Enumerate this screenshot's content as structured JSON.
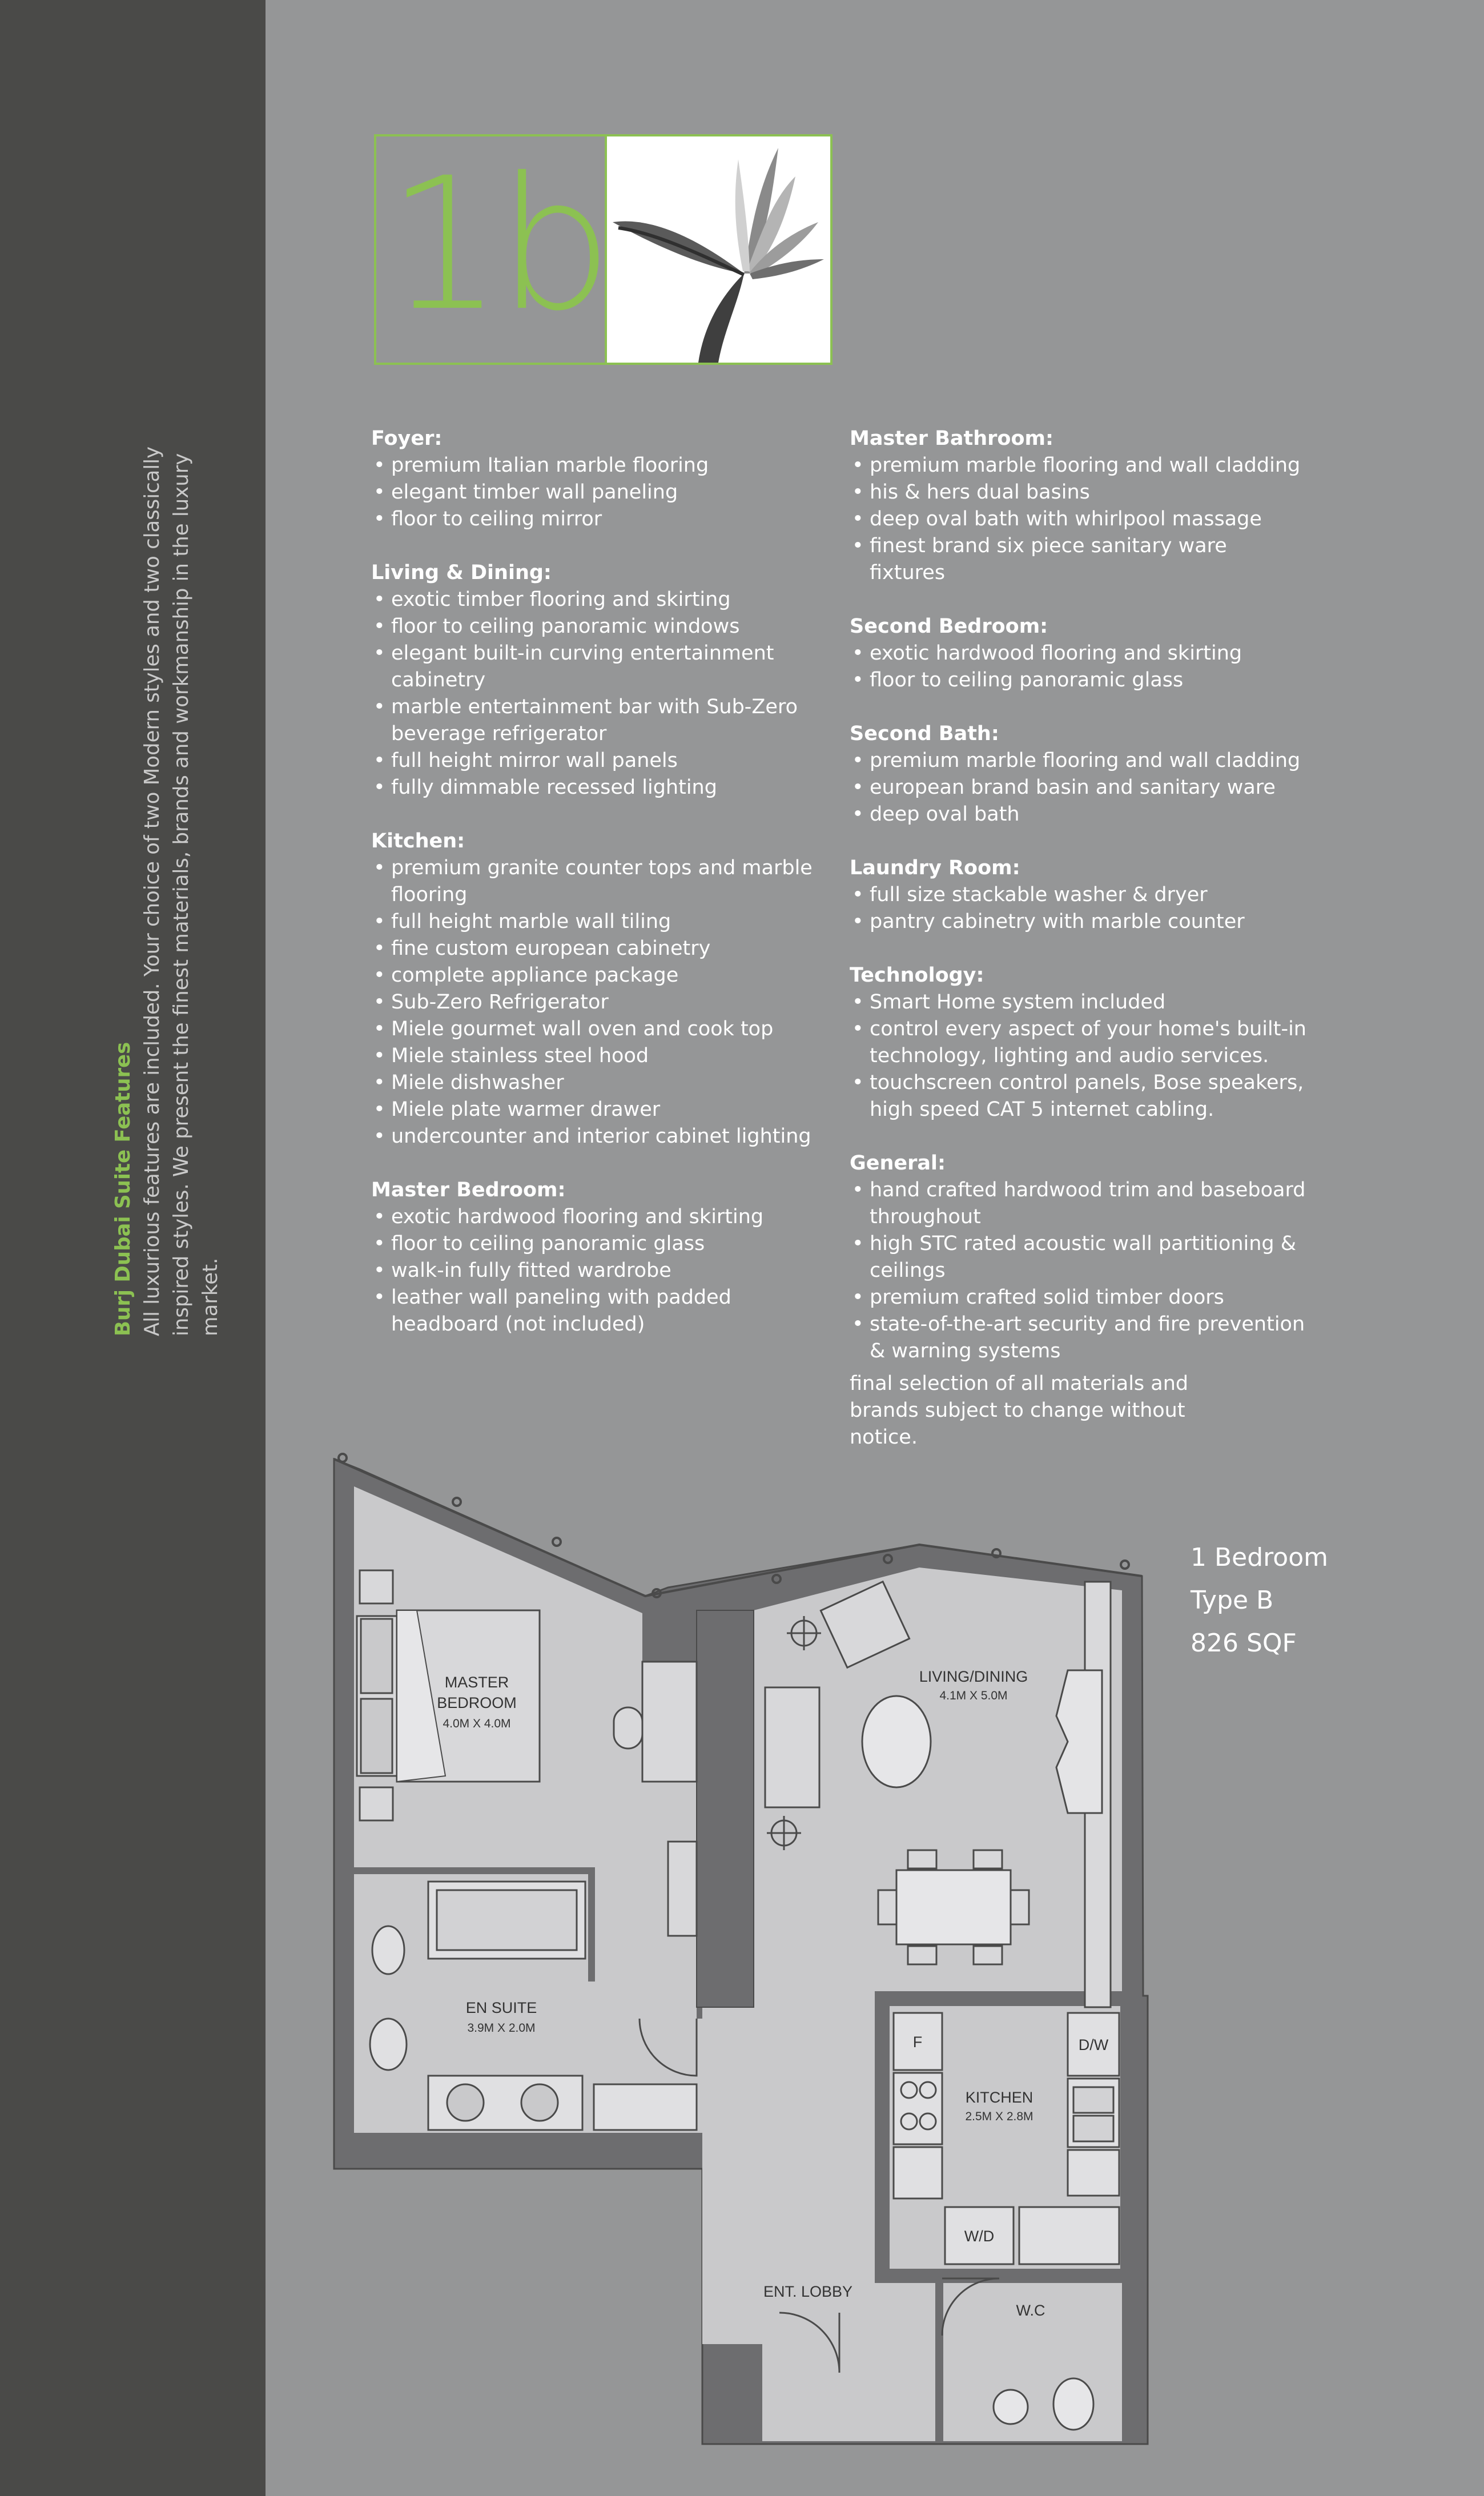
{
  "sidebar": {
    "title": "Burj Dubai Suite Features",
    "body": "All luxurious features are included. Your choice of two Modern styles and two classically inspired styles. We present the finest materials, brands and workmanship in the luxury market."
  },
  "badge": {
    "code": "1b"
  },
  "features_left": [
    {
      "title": "Foyer:",
      "items": [
        "premium Italian marble flooring",
        "elegant timber wall paneling",
        "floor to ceiling mirror"
      ]
    },
    {
      "title": "Living & Dining:",
      "items": [
        "exotic timber flooring and skirting",
        "floor to ceiling panoramic windows",
        "elegant built-in curving entertainment cabinetry",
        "marble entertainment bar with Sub-Zero beverage refrigerator",
        "full height mirror wall panels",
        "fully dimmable recessed lighting"
      ]
    },
    {
      "title": "Kitchen:",
      "items": [
        "premium granite counter tops and marble flooring",
        "full height marble wall tiling",
        "fine custom european cabinetry",
        "complete appliance package",
        "Sub-Zero Refrigerator",
        "Miele gourmet wall oven and cook top",
        "Miele stainless steel hood",
        "Miele dishwasher",
        "Miele plate warmer drawer",
        "undercounter and interior cabinet lighting"
      ]
    },
    {
      "title": "Master Bedroom:",
      "items": [
        "exotic hardwood flooring and skirting",
        "floor to ceiling panoramic glass",
        "walk-in fully fitted wardrobe",
        "leather wall paneling with padded headboard (not included)"
      ]
    }
  ],
  "features_right": [
    {
      "title": "Master Bathroom:",
      "items": [
        "premium marble flooring and wall cladding",
        "his & hers dual basins",
        "deep oval bath with whirlpool massage",
        "finest brand six piece sanitary ware fixtures"
      ]
    },
    {
      "title": "Second Bedroom:",
      "items": [
        "exotic hardwood flooring and skirting",
        "floor to ceiling panoramic glass"
      ]
    },
    {
      "title": "Second Bath:",
      "items": [
        "premium marble flooring and wall cladding",
        "european brand basin and sanitary ware",
        "deep oval bath"
      ]
    },
    {
      "title": "Laundry Room:",
      "items": [
        "full size stackable washer & dryer",
        "pantry cabinetry with marble counter"
      ]
    },
    {
      "title": "Technology:",
      "items": [
        "Smart Home system included",
        "control every aspect of your home's built-in technology, lighting and audio services.",
        "touchscreen control panels, Bose speakers, high speed CAT 5 internet cabling."
      ]
    },
    {
      "title": "General:",
      "items": [
        "hand crafted hardwood trim and baseboard throughout",
        "high STC rated acoustic wall partitioning & ceilings",
        "premium crafted solid timber doors",
        "state-of-the-art security and fire prevention & warning systems"
      ]
    }
  ],
  "disclaimer": "final selection of all materials and brands subject to change without notice.",
  "unit": {
    "bedrooms": "1 Bedroom",
    "type": "Type B",
    "area": "826 SQF"
  },
  "floorplan": {
    "master_bedroom": {
      "name_line1": "MASTER",
      "name_line2": "BEDROOM",
      "size": "4.0M X 4.0M"
    },
    "living": {
      "name": "LIVING/DINING",
      "size": "4.1M X 5.0M"
    },
    "ensuite": {
      "name": "EN SUITE",
      "size": "3.9M X 2.0M"
    },
    "kitchen": {
      "name": "KITCHEN",
      "size": "2.5M X 2.8M",
      "fridge": "F",
      "dishwasher": "D/W",
      "washer_dryer": "W/D"
    },
    "lobby": {
      "name": "ENT. LOBBY"
    },
    "wc": {
      "name": "W.C"
    }
  },
  "colors": {
    "accent": "#8cc152",
    "sidebar": "#4a4a48",
    "background": "#959697",
    "wall": "#6d6d6f",
    "floor": "#c9c9cb"
  }
}
